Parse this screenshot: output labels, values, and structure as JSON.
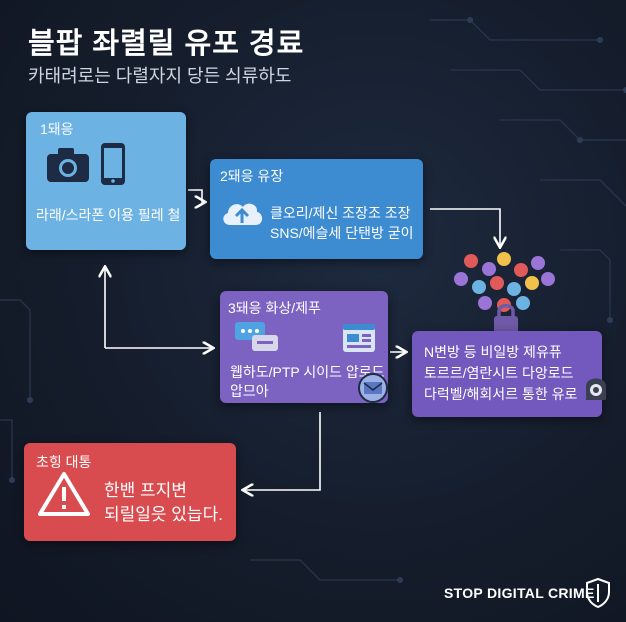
{
  "header": {
    "title": "블팝 좌렬릴 유포 경료",
    "subtitle": "카태려로는 다렬자지 당든 싀류하도"
  },
  "steps": [
    {
      "label": "1돼응",
      "lines": [
        "라래/스라폰 이용 필레 철"
      ]
    },
    {
      "label": "2돼응 유장",
      "lines": [
        "클오리/제신 조장조 조장",
        "SNS/에슬세 단탠방 굳이"
      ]
    },
    {
      "label": "3돼응 화상/제푸",
      "lines": [
        "웹하도/PTP 시이드 압로드",
        "압므아"
      ]
    },
    {
      "label": "",
      "lines": [
        "N변방 등 비일방 제유퓨",
        "토르르/염란시트 다앙로드",
        "다럭벨/해회서르 통한 유로"
      ]
    }
  ],
  "warning": {
    "label": "초힝 대통",
    "lines": [
      "한밴 프지변",
      "되릴일읏 있늡다."
    ]
  },
  "footer": {
    "brand": "STOP DIGITAL CRIME"
  },
  "colors": {
    "step1": "#6cb2e3",
    "step2": "#3d8bd0",
    "step3": "#7c63c2",
    "step4": "#7359bd",
    "warning": "#d84b4f",
    "background": "#151d2c"
  },
  "icons": {
    "step1": [
      "camera-icon",
      "smartphone-icon"
    ],
    "step2": [
      "cloud-upload-icon"
    ],
    "step3": [
      "chat-icon",
      "browser-window-icon",
      "mail-icon"
    ],
    "step4": [
      "emoji-faces-icon",
      "padlock-icon",
      "hacker-icon"
    ],
    "warning": [
      "warning-triangle-icon"
    ],
    "footer": [
      "shield-icon"
    ]
  }
}
